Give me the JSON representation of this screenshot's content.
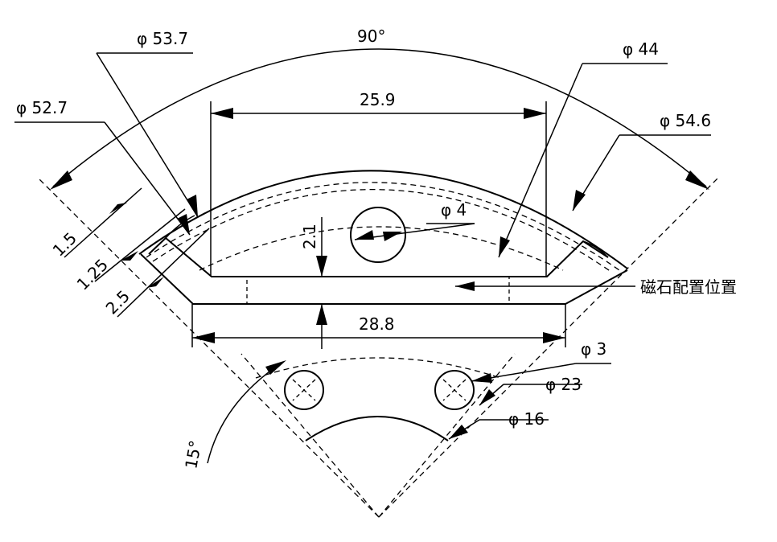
{
  "labels": {
    "angle_90": "90°",
    "dia_53_7": "φ 53.7",
    "dia_52_7": "φ 52.7",
    "dia_44": "φ 44",
    "dia_54_6": "φ 54.6",
    "width_25_9": "25.9",
    "dia_4": "φ 4",
    "depth_2_1": "2.1",
    "t_1_5": "1.5",
    "t_1_25": "1.25",
    "t_2_5": "2.5",
    "magnet_position": "磁石配置位置",
    "width_28_8": "28.8",
    "dia_3": "φ 3",
    "dia_23": "φ 23",
    "dia_16": "φ 16",
    "angle_15": "15°"
  }
}
